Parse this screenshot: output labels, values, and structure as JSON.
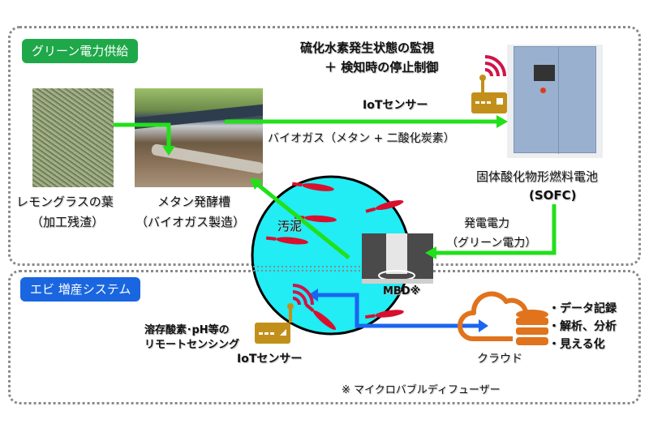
{
  "sections": {
    "green_power": {
      "label": "グリーン電力供給",
      "color": "#1fa84a"
    },
    "shrimp": {
      "label": "エビ 増産システム",
      "color": "#1a66e0"
    }
  },
  "top_sensor": {
    "caption_line1": "硫化水素発生状態の監視",
    "caption_line2": "＋ 検知時の停止制御",
    "label": "IoTセンサー"
  },
  "biogas_label": "バイオガス（メタン + 二酸化炭素）",
  "lemongrass": {
    "line1": "レモングラスの葉",
    "line2": "（加工残渣）"
  },
  "digester": {
    "line1": "メタン発酵槽",
    "line2": "（バイオガス製造）"
  },
  "sofc": {
    "line1": "固体酸化物形燃料電池",
    "line2": "(SOFC)"
  },
  "sludge_label": "汚泥",
  "power_label": {
    "line1": "発電電力",
    "line2": "（グリーン電力）"
  },
  "mbd_label": "MBD※",
  "bottom_sensor": {
    "caption_line1": "溶存酸素･pH等の",
    "caption_line2": "リモートセンシング",
    "label": "IoTセンサー"
  },
  "cloud": {
    "label": "クラウド",
    "features": [
      "・データ記録",
      "・解析、分析",
      "・見える化"
    ]
  },
  "footnote": "※ マイクロバブルディフューザー",
  "colors": {
    "arrow_green": "#22e01a",
    "arrow_blue": "#1a66f0",
    "tank_fill": "#22ecf4",
    "sensor": "#c2901a",
    "signal": "#d0144a",
    "cloud": "#e0731c",
    "shrimp": "#d8102e"
  }
}
